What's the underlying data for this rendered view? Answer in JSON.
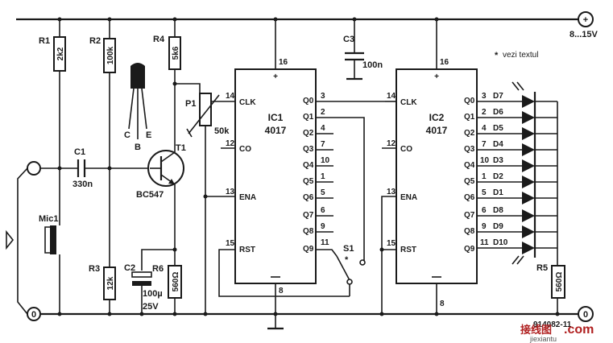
{
  "supply": {
    "voltage": "8...15V",
    "plus": "+",
    "ground": "0"
  },
  "note": {
    "mark": "*",
    "text": "vezi textul"
  },
  "figure_code": "914082-11",
  "watermark": {
    "cn": "接线图",
    "dotcom": ".com",
    "site": "jiexiantu"
  },
  "input": {
    "mic": "Mic1",
    "ground": "0"
  },
  "components": {
    "R1": {
      "name": "R1",
      "value": "2k2"
    },
    "R2": {
      "name": "R2",
      "value": "100k"
    },
    "R3": {
      "name": "R3",
      "value": "12k"
    },
    "R4": {
      "name": "R4",
      "value": "5k6"
    },
    "R5": {
      "name": "R5",
      "value": "560Ω"
    },
    "R6": {
      "name": "R6",
      "value": "560Ω"
    },
    "C1": {
      "name": "C1",
      "value": "330n"
    },
    "C2": {
      "name": "C2",
      "value": "100µ",
      "voltage": "25V"
    },
    "C3": {
      "name": "C3",
      "value": "100n"
    },
    "P1": {
      "name": "P1",
      "value": "50k"
    },
    "T1": {
      "name": "T1",
      "part": "BC547",
      "pins": [
        "C",
        "E",
        "B"
      ]
    },
    "S1": {
      "name": "S1",
      "mark": "*"
    }
  },
  "ic1": {
    "name": "IC1",
    "part": "4017",
    "vcc_pin": "16",
    "gnd_pin": "8",
    "left_pins": [
      {
        "num": "14",
        "label": "CLK"
      },
      {
        "num": "12",
        "label": "CO"
      },
      {
        "num": "13",
        "label": "ENA"
      },
      {
        "num": "15",
        "label": "RST"
      }
    ],
    "outputs": [
      {
        "label": "Q0",
        "num": "3"
      },
      {
        "label": "Q1",
        "num": "2"
      },
      {
        "label": "Q2",
        "num": "4"
      },
      {
        "label": "Q3",
        "num": "7"
      },
      {
        "label": "Q4",
        "num": "10"
      },
      {
        "label": "Q5",
        "num": "1"
      },
      {
        "label": "Q6",
        "num": "5"
      },
      {
        "label": "Q7",
        "num": "6"
      },
      {
        "label": "Q8",
        "num": "9"
      },
      {
        "label": "Q9",
        "num": "11"
      }
    ]
  },
  "ic2": {
    "name": "IC2",
    "part": "4017",
    "vcc_pin": "16",
    "gnd_pin": "8",
    "left_pins": [
      {
        "num": "14",
        "label": "CLK"
      },
      {
        "num": "12",
        "label": "CO"
      },
      {
        "num": "13",
        "label": "ENA"
      },
      {
        "num": "15",
        "label": "RST"
      }
    ],
    "outputs": [
      {
        "label": "Q0",
        "num": "3",
        "led": "D7"
      },
      {
        "label": "Q1",
        "num": "2",
        "led": "D6"
      },
      {
        "label": "Q2",
        "num": "4",
        "led": "D5"
      },
      {
        "label": "Q3",
        "num": "7",
        "led": "D4"
      },
      {
        "label": "Q4",
        "num": "10",
        "led": "D3"
      },
      {
        "label": "Q5",
        "num": "1",
        "led": "D2"
      },
      {
        "label": "Q6",
        "num": "5",
        "led": "D1"
      },
      {
        "label": "Q7",
        "num": "6",
        "led": "D8"
      },
      {
        "label": "Q8",
        "num": "9",
        "led": "D9"
      },
      {
        "label": "Q9",
        "num": "11",
        "led": "D10"
      }
    ]
  }
}
